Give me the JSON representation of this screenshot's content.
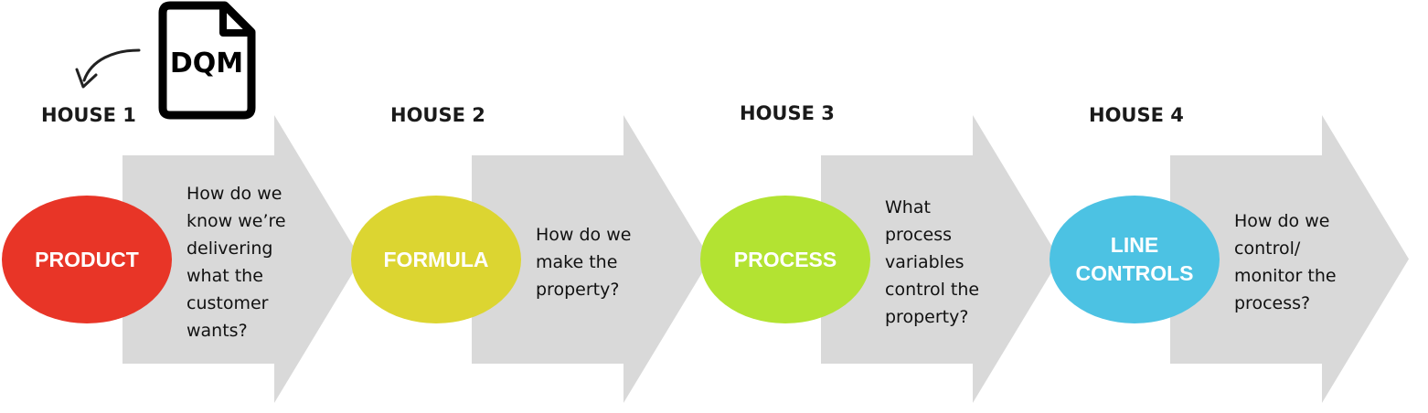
{
  "document_icon": {
    "label": "DQM",
    "icon": "document-icon"
  },
  "houses": [
    {
      "label": "HOUSE 1",
      "stage": "PRODUCT",
      "stage_lines": [
        "PRODUCT"
      ],
      "color": "#e83527",
      "question_lines": [
        "How do we",
        "know we’re",
        "delivering",
        "what the",
        "customer",
        "wants?"
      ]
    },
    {
      "label": "HOUSE 2",
      "stage": "FORMULA",
      "stage_lines": [
        "FORMULA"
      ],
      "color": "#dcd531",
      "question_lines": [
        "How do we",
        "make the",
        "property?"
      ]
    },
    {
      "label": "HOUSE 3",
      "stage": "PROCESS",
      "stage_lines": [
        "PROCESS"
      ],
      "color": "#b3e332",
      "question_lines": [
        "What",
        "process",
        "variables",
        "control the",
        "property?"
      ]
    },
    {
      "label": "HOUSE 4",
      "stage": "LINE CONTROLS",
      "stage_lines": [
        "LINE",
        "CONTROLS"
      ],
      "color": "#4cc2e3",
      "question_lines": [
        "How do we",
        "control/",
        "monitor the",
        "process?"
      ]
    }
  ],
  "colors": {
    "arrow": "#d9d9d9",
    "text": "#111111"
  }
}
